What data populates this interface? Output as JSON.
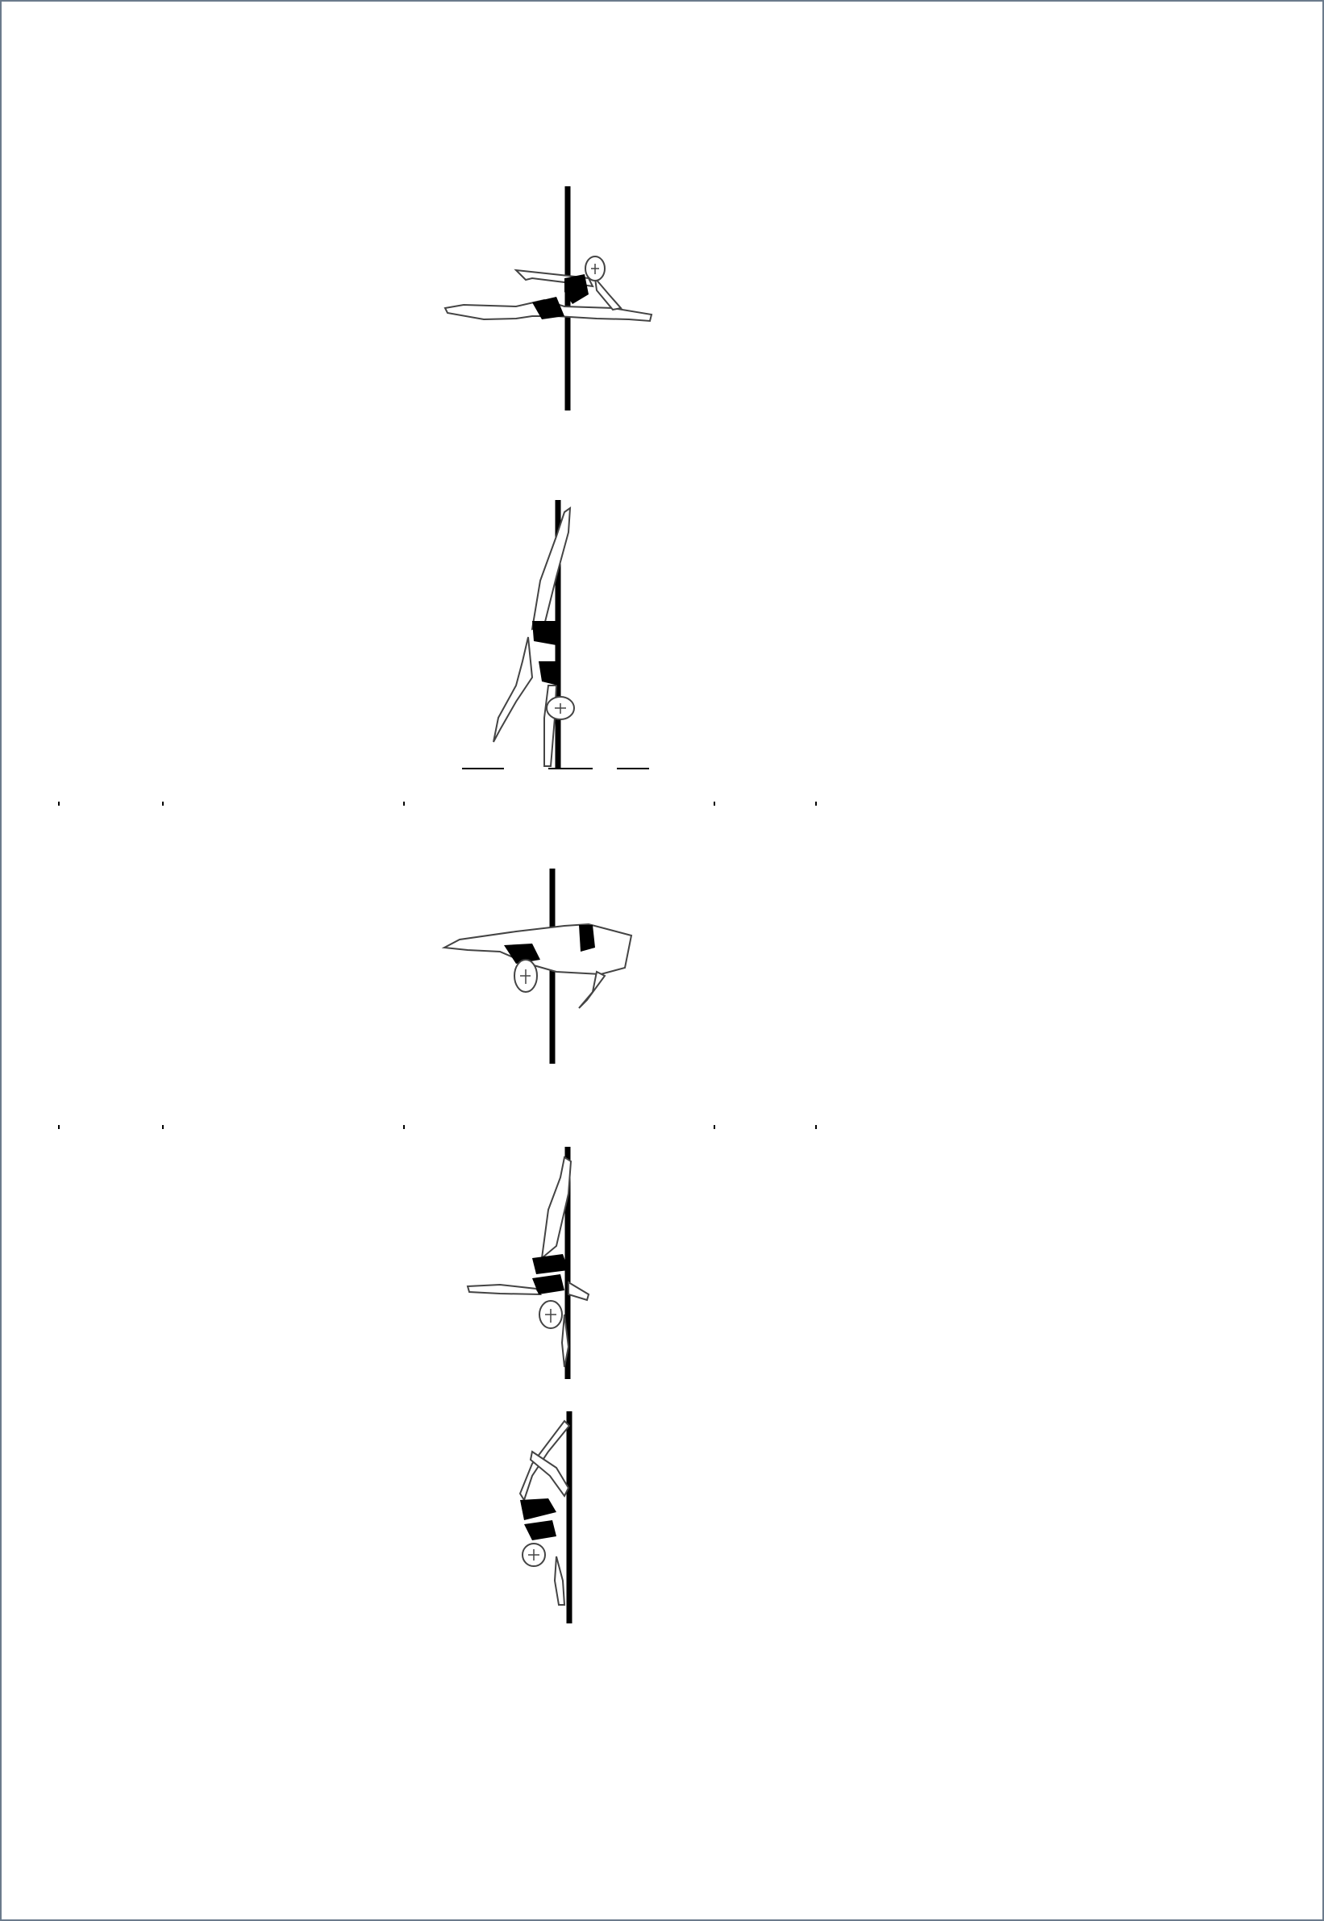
{
  "colors": {
    "ink": "#000000",
    "border": "#6b7b8c",
    "background": "#ffffff"
  },
  "figures": [
    {
      "pose": 1
    },
    {
      "pose": 2
    },
    {
      "pose": 3
    },
    {
      "pose": 4
    },
    {
      "pose": 5
    }
  ]
}
